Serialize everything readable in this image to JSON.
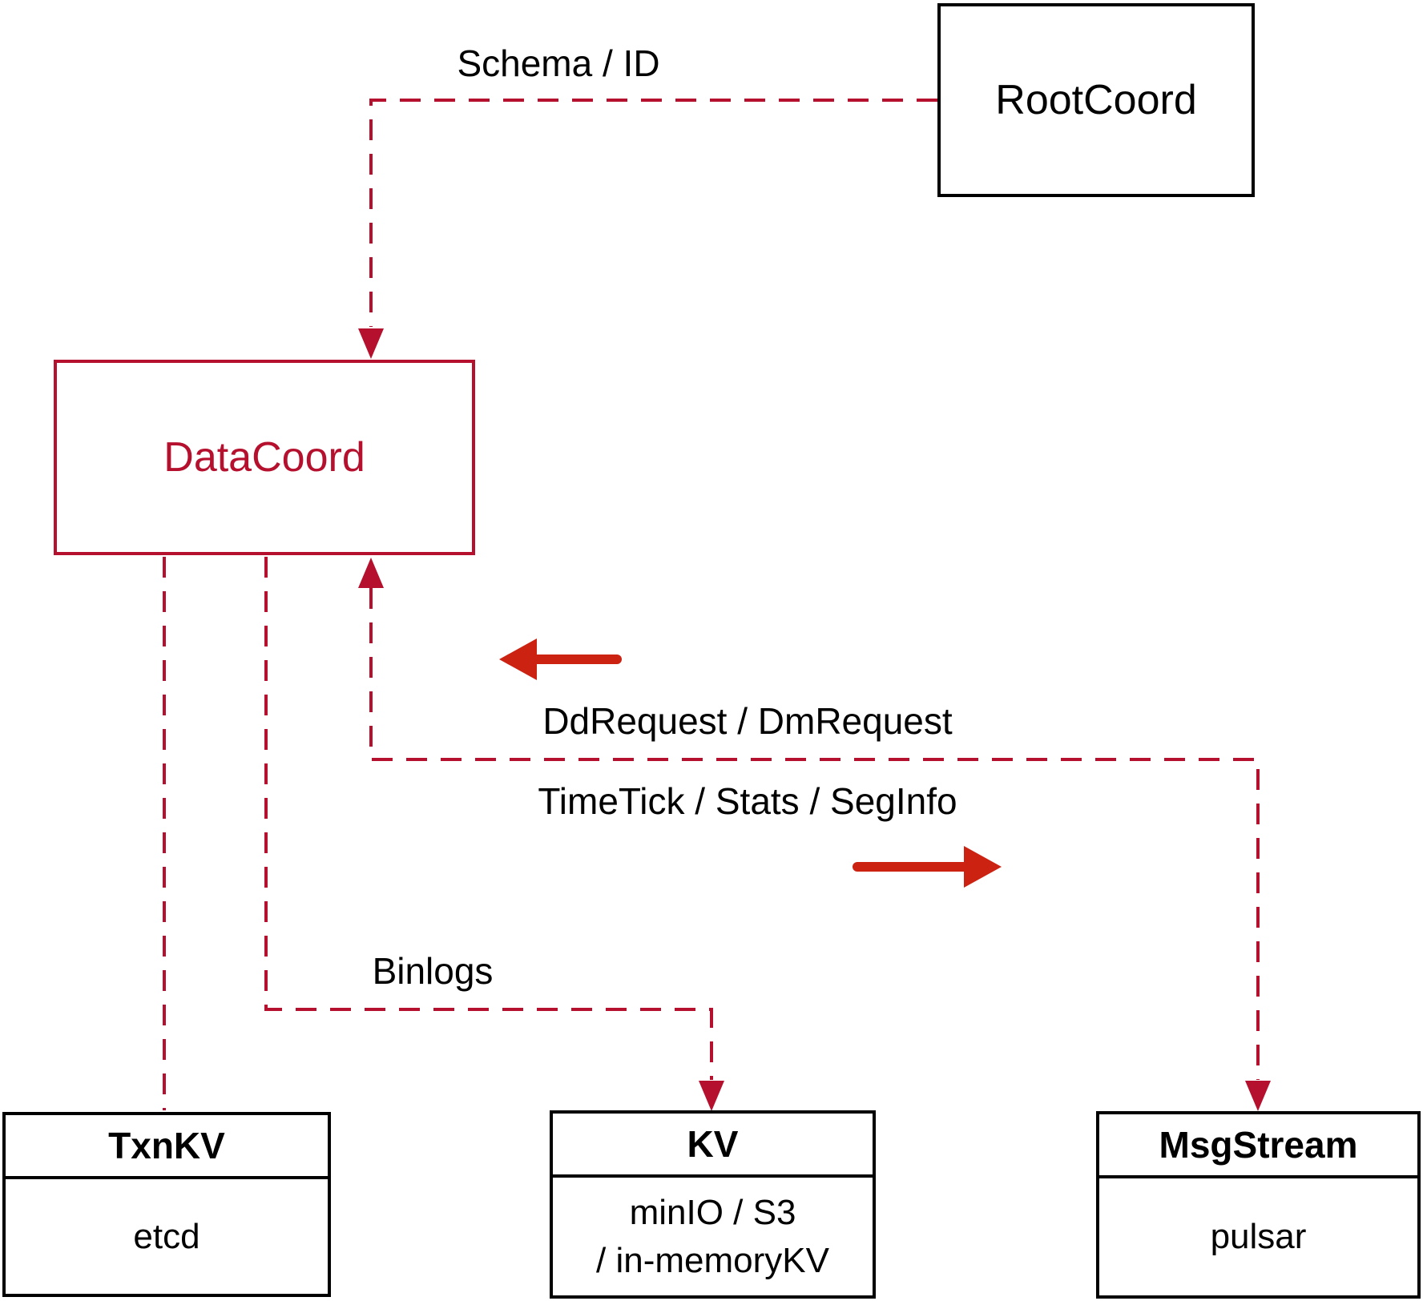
{
  "diagram": {
    "nodes": {
      "rootcoord": {
        "title": "RootCoord"
      },
      "datacoord": {
        "title": "DataCoord"
      },
      "txnkv": {
        "title": "TxnKV",
        "body": "etcd"
      },
      "kv": {
        "title": "KV",
        "body_line1": "minIO / S3",
        "body_line2": "/ in-memoryKV"
      },
      "msgstream": {
        "title": "MsgStream",
        "body": "pulsar"
      }
    },
    "edge_labels": {
      "schema_id": "Schema / ID",
      "dd_request": "DdRequest / DmRequest",
      "time_tick": "TimeTick / Stats / SegInfo",
      "binlogs": "Binlogs"
    },
    "colors": {
      "dashed_line_red": "#b5102d",
      "solid_arrow_red": "#cc2211",
      "box_border_black": "#000000"
    }
  }
}
